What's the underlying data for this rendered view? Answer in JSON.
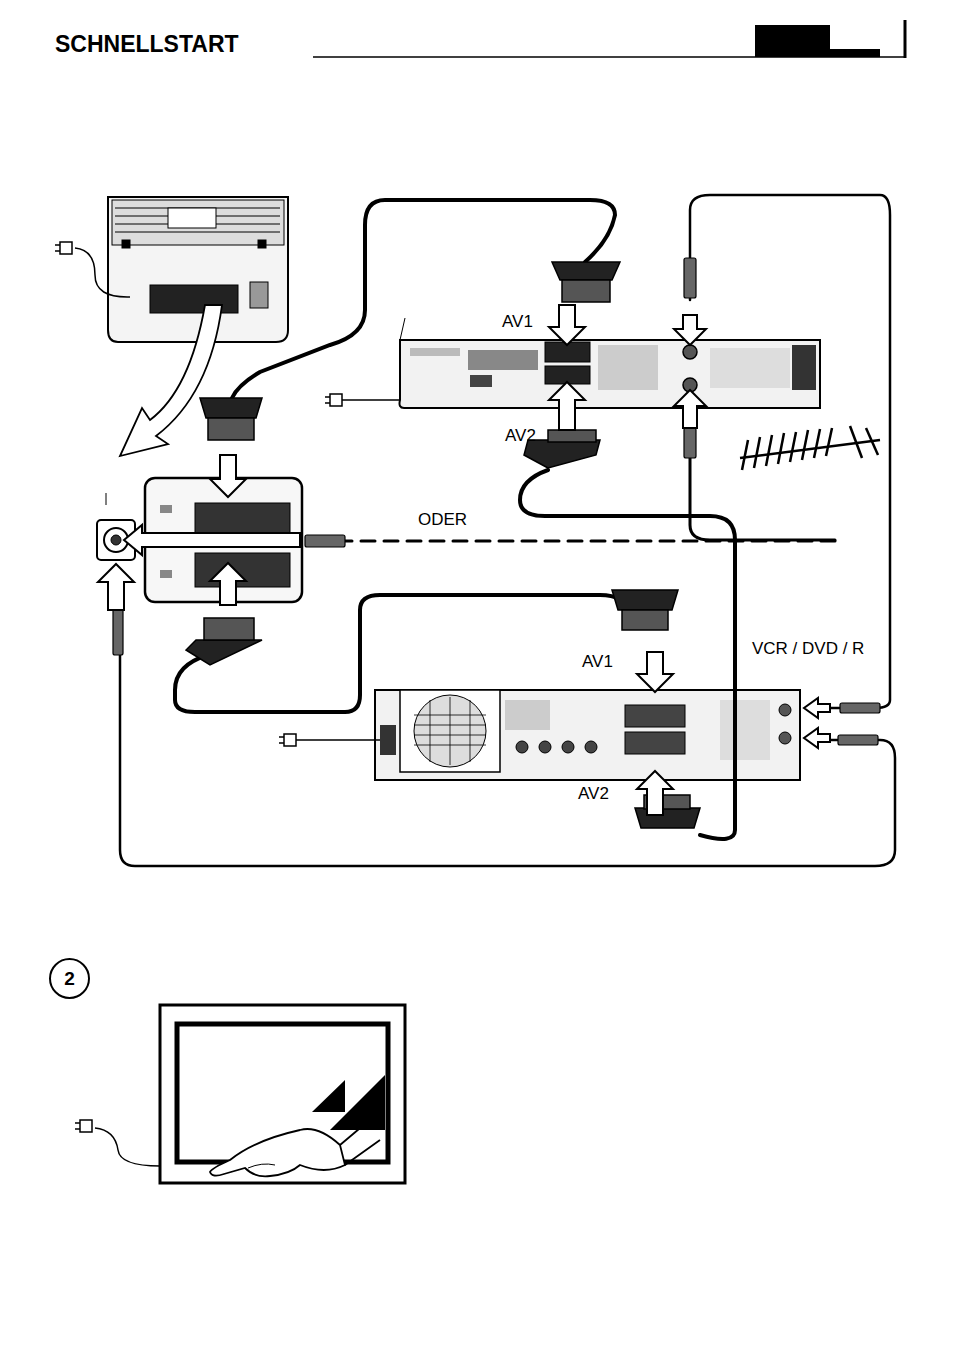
{
  "diagram": {
    "title": "SCHNELLSTART",
    "nodes": [
      {
        "text": [
          "2"
        ]
      }
    ],
    "labels": [
      "AV1",
      "AV2",
      "ODER",
      "AV1",
      "AV2",
      "VCR / DVD / R"
    ]
  }
}
